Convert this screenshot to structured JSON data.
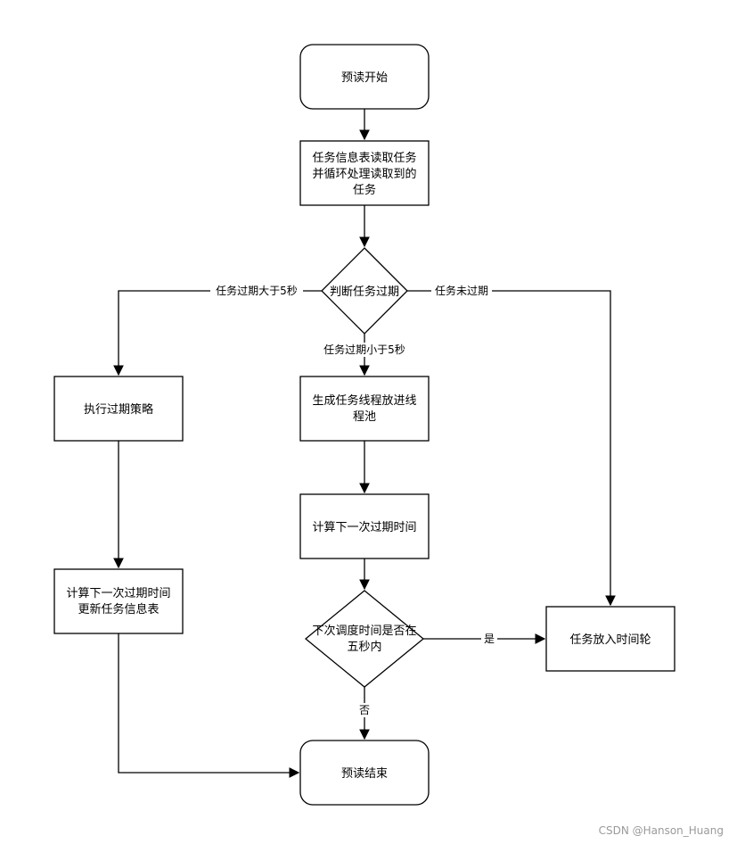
{
  "nodes": {
    "start": "预读开始",
    "read": [
      "任务信息表读取任务",
      "并循环处理读取到的",
      "任务"
    ],
    "judge_expire": "判断任务过期",
    "expire_strategy": "执行过期策略",
    "thread_pool": [
      "生成任务线程放进线",
      "程池"
    ],
    "calc_next_center": "计算下一次过期时间",
    "calc_update_left": [
      "计算下一次过期时间",
      "更新任务信息表"
    ],
    "within_five": [
      "下次调度时间是否在",
      "五秒内"
    ],
    "time_wheel": "任务放入时间轮",
    "end": "预读结束"
  },
  "edges": {
    "expired_over_5s": "任务过期大于5秒",
    "not_expired": "任务未过期",
    "expired_under_5s": "任务过期小于5秒",
    "yes": "是",
    "no": "否"
  },
  "watermark": "CSDN @Hanson_Huang"
}
